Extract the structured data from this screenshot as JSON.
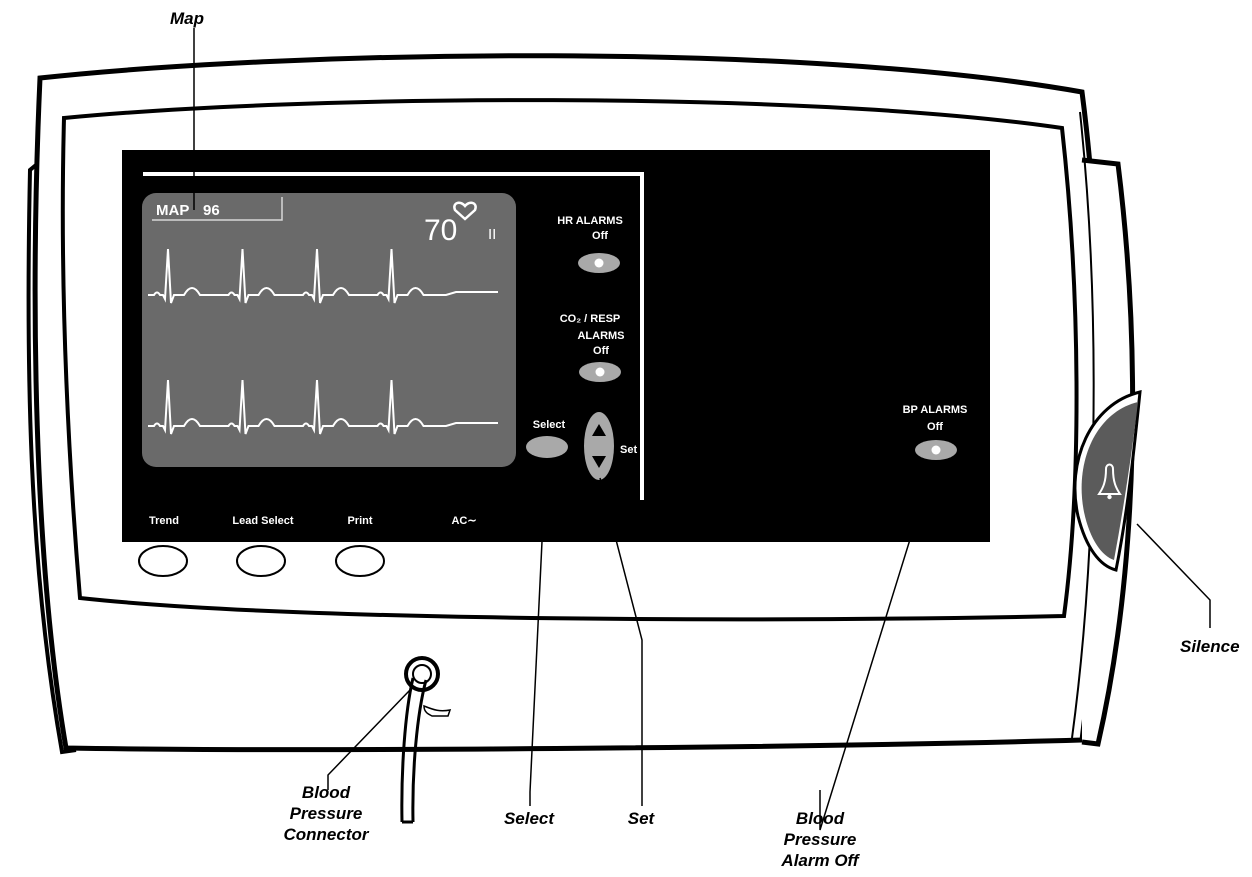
{
  "callouts": {
    "map": "Map",
    "silence": "Silence",
    "bp_connector": [
      "Blood",
      "Pressure",
      "Connector"
    ],
    "select": "Select",
    "set": "Set",
    "bp_alarm_off": [
      "Blood",
      "Pressure",
      "Alarm Off"
    ]
  },
  "screen": {
    "map_label": "MAP",
    "map_value": "96",
    "heart_rate": "70",
    "lead": "II"
  },
  "controls": {
    "hr_alarms": [
      "HR ALARMS",
      "Off"
    ],
    "co2_resp_alarms": [
      "CO₂ / RESP",
      "ALARMS",
      "Off"
    ],
    "select_label": "Select",
    "set_label": "Set",
    "bp_alarms": [
      "BP ALARMS",
      "Off"
    ],
    "bottom_buttons": [
      "Trend",
      "Lead Select",
      "Print"
    ],
    "ac_label": "AC∼"
  },
  "icons": {
    "heart": "heart-icon",
    "bell": "bell-icon",
    "up": "arrow-up-icon",
    "down": "arrow-down-icon"
  },
  "colors": {
    "panel": "#000000",
    "screen": "#6a6a6a",
    "button": "#a9a9a9",
    "silence_button": "#5b5b5b",
    "outline": "#000000"
  }
}
